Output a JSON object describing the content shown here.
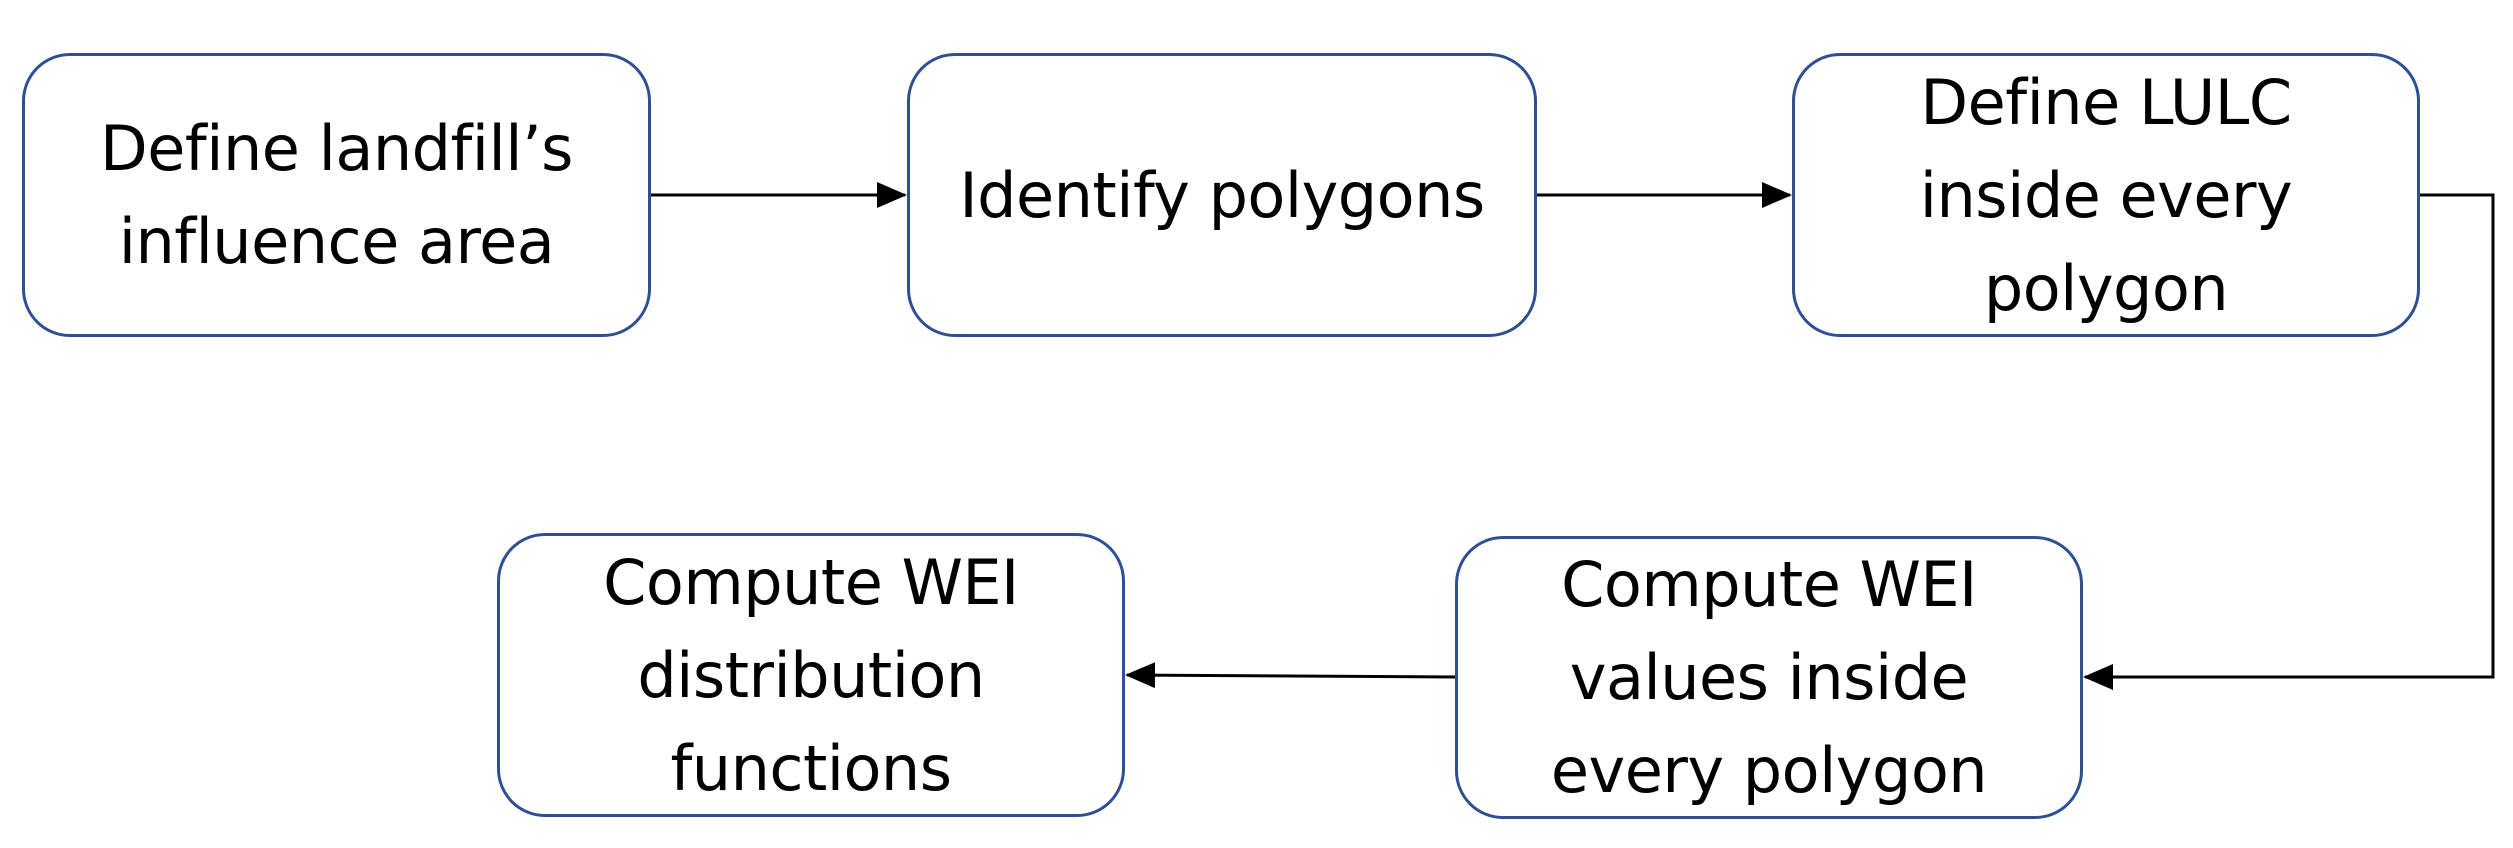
{
  "diagram": {
    "nodes": [
      {
        "id": "n1",
        "label": "Define landfill’s\ninfluence area"
      },
      {
        "id": "n2",
        "label": "Identify polygons"
      },
      {
        "id": "n3",
        "label": "Define LULC\ninside every\npolygon"
      },
      {
        "id": "n4",
        "label": "Compute WEI\nvalues inside\nevery polygon"
      },
      {
        "id": "n5",
        "label": "Compute WEI\ndistribution\nfunctions"
      }
    ],
    "edges": [
      {
        "from": "n1",
        "to": "n2"
      },
      {
        "from": "n2",
        "to": "n3"
      },
      {
        "from": "n3",
        "to": "n4"
      },
      {
        "from": "n4",
        "to": "n5"
      }
    ],
    "colors": {
      "node_border": "#2f4f93",
      "arrow": "#000000"
    }
  }
}
